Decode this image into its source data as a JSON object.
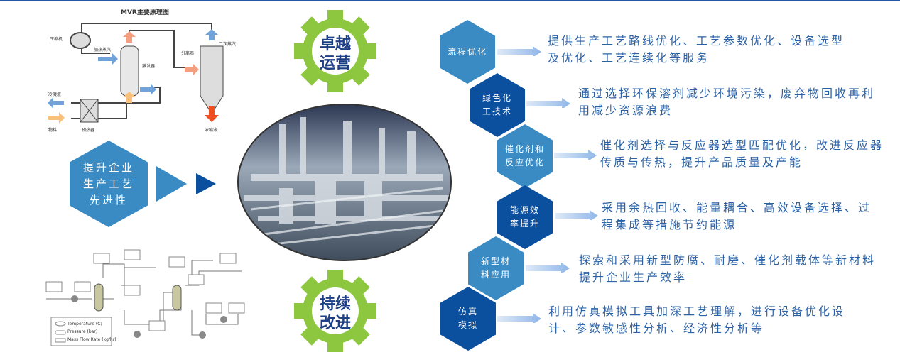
{
  "mvr": {
    "title": "MVR主要原理图",
    "labels": {
      "compressor": "压缩机",
      "heating_steam": "加热蒸汽",
      "evaporator": "蒸发器",
      "separator": "分离器",
      "secondary_steam": "二次蒸汽",
      "condensate": "冷凝液",
      "feed": "物料",
      "preheater": "预热器",
      "concentrate": "浓缩液"
    }
  },
  "left_hex": {
    "lines": [
      "提升企业",
      "生产工艺",
      "先进性"
    ]
  },
  "gears": [
    {
      "lines": [
        "卓越",
        "运营"
      ]
    },
    {
      "lines": [
        "持续",
        "改进"
      ]
    }
  ],
  "process_legend": [
    "Temperature (C)",
    "Pressure (bar)",
    "Mass Flow Rate (kg/hr)"
  ],
  "items": [
    {
      "label": "流程优化",
      "desc": [
        "提供生产工艺路线优化、工艺参数优化、设备选型",
        "及优化、工艺连续化等服务"
      ]
    },
    {
      "label": "绿色化工技术",
      "label_lines": [
        "绿色化",
        "工技术"
      ],
      "desc": [
        "通过选择环保溶剂减少环境污染，废弃物回收再利",
        "用减少资源浪费"
      ]
    },
    {
      "label": "催化剂和反应优化",
      "label_lines": [
        "催化剂和",
        "反应优化"
      ],
      "desc": [
        "催化剂选择与反应器选型匹配优化，改进反应器",
        "传质与传热，提升产品质量及产能"
      ]
    },
    {
      "label": "能源效率提升",
      "label_lines": [
        "能源效",
        "率提升"
      ],
      "desc": [
        "采用余热回收、能量耦合、高效设备选择、过",
        "程集成等措施节约能源"
      ]
    },
    {
      "label": "新型材料应用",
      "label_lines": [
        "新型材",
        "料应用"
      ],
      "desc": [
        "探索和采用新型防腐、耐磨、催化剂载体等新材料",
        "提升企业生产效率"
      ]
    },
    {
      "label": "仿真模拟",
      "label_lines": [
        "仿真",
        "模拟"
      ],
      "desc": [
        "利用仿真模拟工具加深工艺理解，进行设备优化设",
        "计、参数敏感性分析、经济性分析等"
      ]
    }
  ],
  "colors": {
    "mid": "#3a8bc4",
    "dark": "#0b4f9f",
    "gear": "#8dc63f",
    "text": "#2b62a6"
  }
}
